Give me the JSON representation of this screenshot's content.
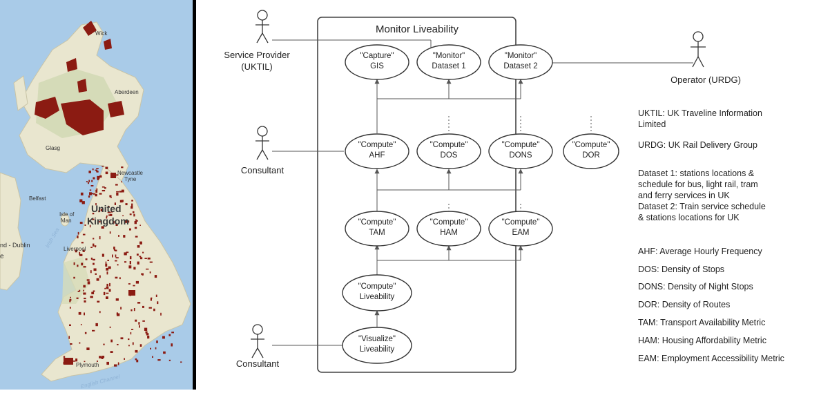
{
  "map": {
    "labels": {
      "wick": "Wick",
      "aberdeen": "Aberdeen",
      "glasgow": "Glasg",
      "newcastle_a": "Newcastle",
      "newcastle_b": "Tyne",
      "belfast": "Belfast",
      "isle_a": "Isle of",
      "isle_b": "Man",
      "dublin": "nd - Dublin",
      "ireland": "e",
      "uk_a": "United",
      "uk_b": "Kingdom",
      "liverpool": "Liverpool",
      "irish_sea": "Irish Sea",
      "plymouth": "Plymouth",
      "english_channel": "English Channel"
    }
  },
  "diagram": {
    "system_title": "Monitor Liveability",
    "actors": {
      "service_provider": [
        "Service Provider",
        "(UKTIL)"
      ],
      "operator": "Operator (URDG)",
      "consultant_top": "Consultant",
      "consultant_bottom": "Consultant"
    },
    "use_cases": {
      "capture_gis": [
        "\"Capture\"",
        "GIS"
      ],
      "monitor_ds1": [
        "\"Monitor\"",
        "Dataset 1"
      ],
      "monitor_ds2": [
        "\"Monitor\"",
        "Dataset 2"
      ],
      "compute_ahf": [
        "\"Compute\"",
        "AHF"
      ],
      "compute_dos": [
        "\"Compute\"",
        "DOS"
      ],
      "compute_dons": [
        "\"Compute\"",
        "DONS"
      ],
      "compute_dor": [
        "\"Compute\"",
        "DOR"
      ],
      "compute_tam": [
        "\"Compute\"",
        "TAM"
      ],
      "compute_ham": [
        "\"Compute\"",
        "HAM"
      ],
      "compute_eam": [
        "\"Compute\"",
        "EAM"
      ],
      "compute_liveability": [
        "\"Compute\"",
        "Liveability"
      ],
      "visualize_liveability": [
        "\"Visualize\"",
        "Liveability"
      ]
    }
  },
  "legend": {
    "uktil_a": "UKTIL: UK Traveline Information",
    "uktil_b": "Limited",
    "urdg": "URDG: UK Rail Delivery Group",
    "ds1_a": "Dataset 1: stations locations &",
    "ds1_b": "schedule for bus, light rail, tram",
    "ds1_c": "and ferry services in UK",
    "ds2_a": "Dataset 2: Train service schedule",
    "ds2_b": "& stations locations for UK",
    "ahf": "AHF: Average Hourly Frequency",
    "dos": "DOS: Density of Stops",
    "dons": "DONS: Density of Night Stops",
    "dor": "DOR: Density of Routes",
    "tam": "TAM: Transport Availability Metric",
    "ham": "HAM: Housing Affordability Metric",
    "eam": "EAM: Employment Accessibility Metric"
  }
}
